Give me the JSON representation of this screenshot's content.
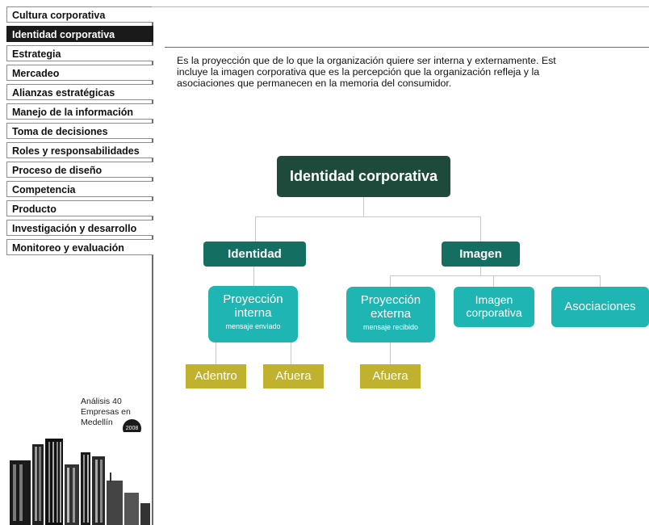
{
  "sidebar": {
    "items": [
      {
        "label": "Cultura corporativa",
        "active": false
      },
      {
        "label": "Identidad corporativa",
        "active": true
      },
      {
        "label": "Estrategia",
        "active": false
      },
      {
        "label": "Mercadeo",
        "active": false
      },
      {
        "label": "Alianzas estratégicas",
        "active": false
      },
      {
        "label": "Manejo de la información",
        "active": false
      },
      {
        "label": "Toma de decisiones",
        "active": false
      },
      {
        "label": "Roles y responsabilidades",
        "active": false
      },
      {
        "label": "Proceso de diseño",
        "active": false
      },
      {
        "label": "Competencia",
        "active": false
      },
      {
        "label": "Producto",
        "active": false
      },
      {
        "label": "Investigación y desarrollo",
        "active": false
      },
      {
        "label": "Monitoreo y evaluación",
        "active": false
      }
    ],
    "badge": {
      "line1": "Análisis 40",
      "line2": "Empresas en",
      "line3": "Medellín",
      "year": "2008"
    }
  },
  "main": {
    "intro": {
      "line1": "Es la proyección que de lo que la organización quiere ser interna y externamente. Est",
      "line2": "incluye la imagen corporativa que es la percepción que la organización refleja y la",
      "line3": "asociaciones que permanecen en la memoria del consumidor."
    },
    "diagram": {
      "root": "Identidad corporativa",
      "identidad": "Identidad",
      "imagen": "Imagen",
      "proy_interna": {
        "line1": "Proyección",
        "line2": "interna",
        "sub": "mensaje enviado"
      },
      "proy_externa": {
        "line1": "Proyección",
        "line2": "externa",
        "sub": "mensaje recibido"
      },
      "imagen_corp": {
        "line1": "Imagen",
        "line2": "corporativa"
      },
      "asociaciones": "Asociaciones",
      "adentro": "Adentro",
      "afuera1": "Afuera",
      "afuera2": "Afuera"
    }
  },
  "colors": {
    "dark_green": "#1e4a3c",
    "mid_green": "#146e61",
    "teal": "#1fb5b2",
    "olive": "#c0b12e",
    "active_nav": "#1a1a1a"
  }
}
